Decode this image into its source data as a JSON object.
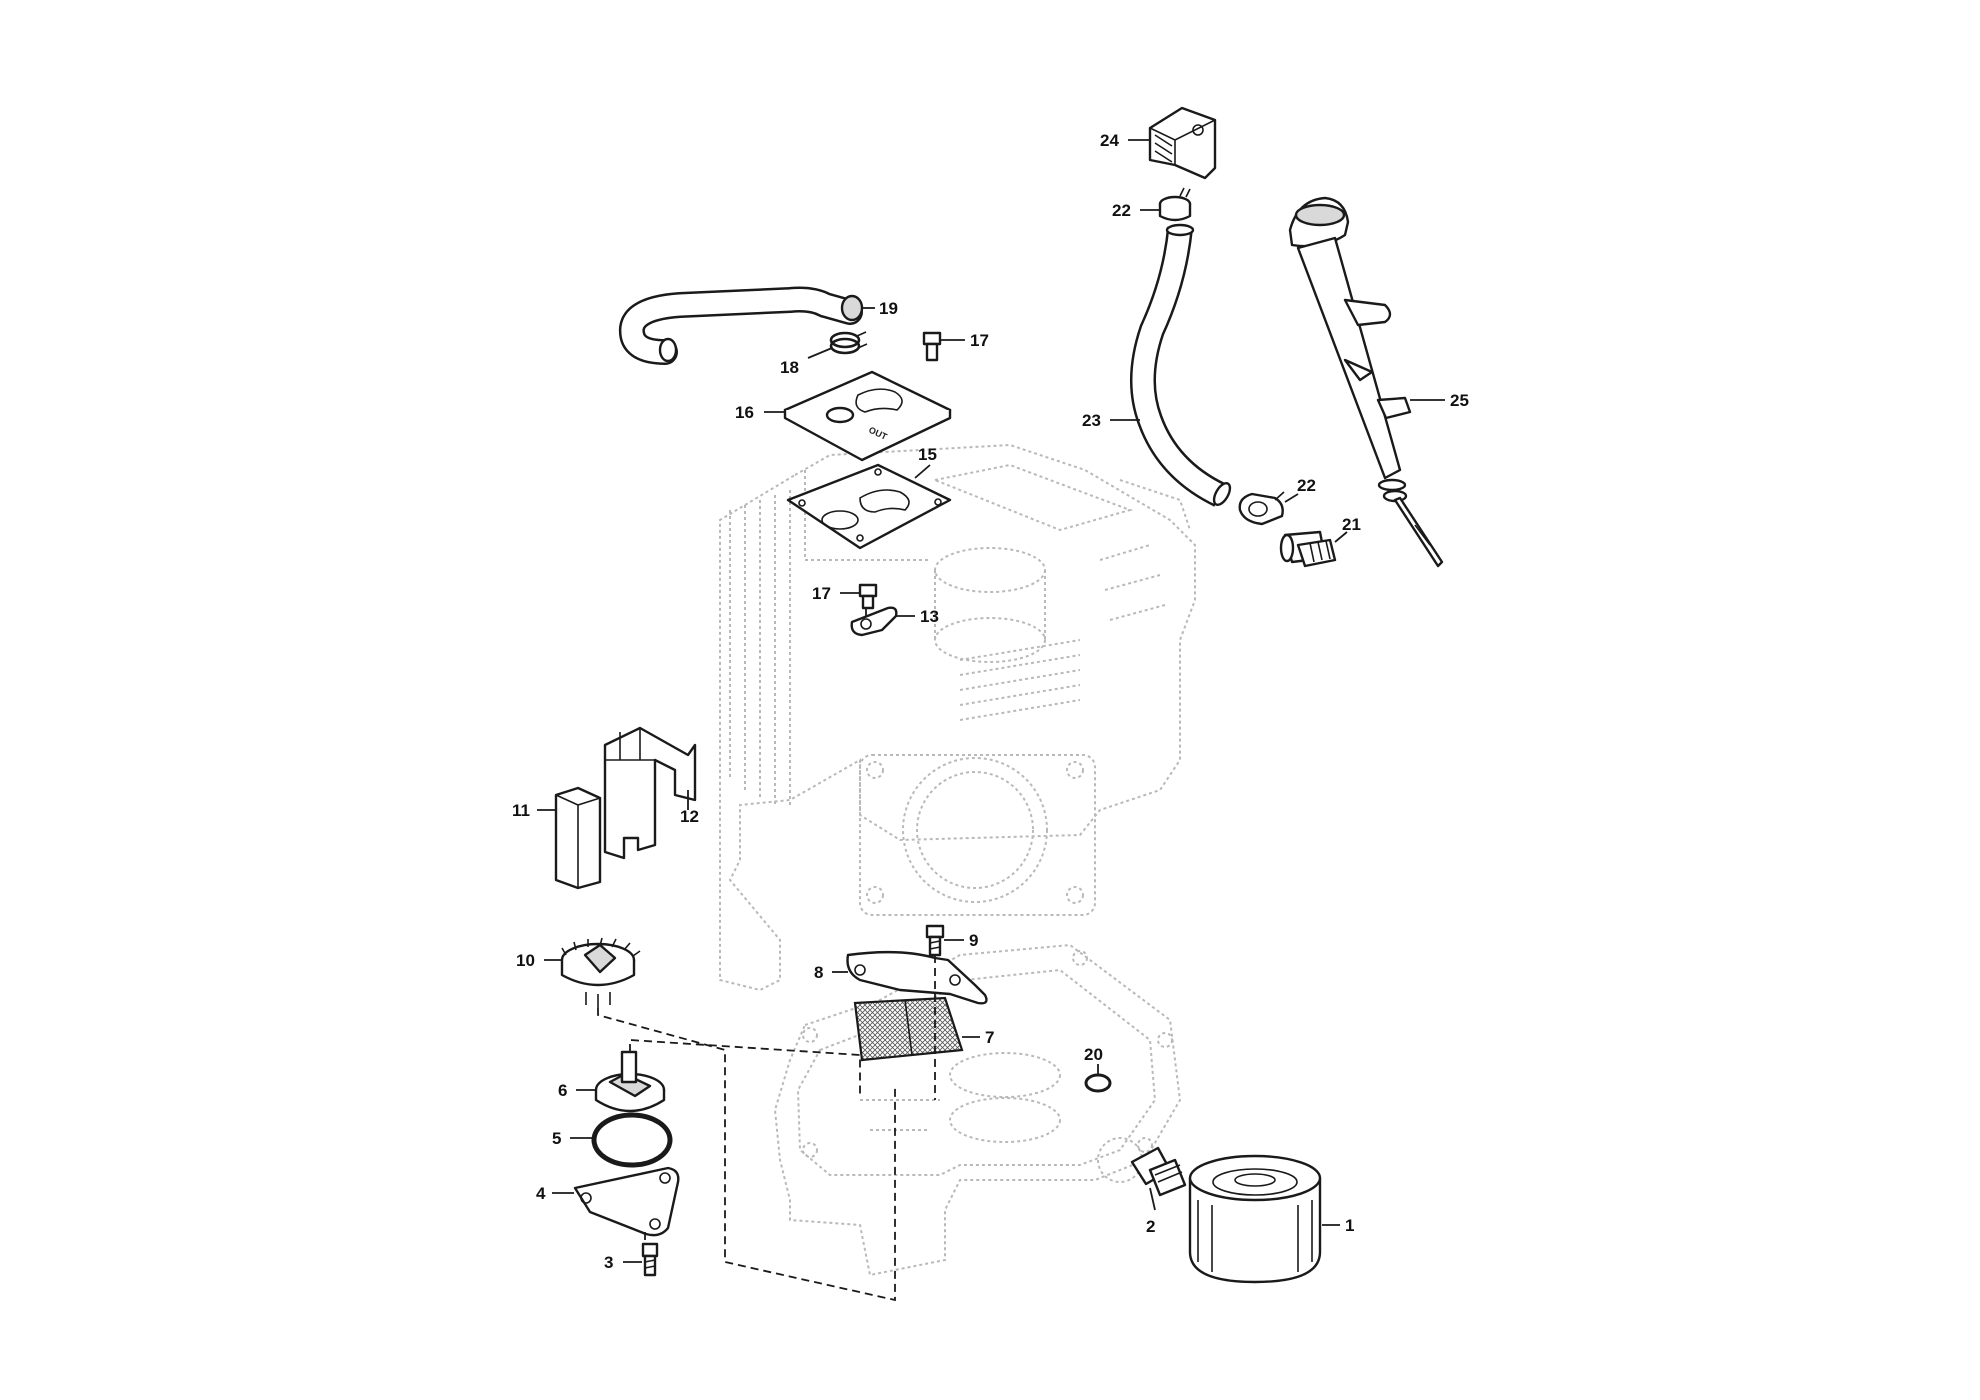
{
  "diagram": {
    "callouts": {
      "c1": "1",
      "c2": "2",
      "c3": "3",
      "c4": "4",
      "c5": "5",
      "c6": "6",
      "c7": "7",
      "c8": "8",
      "c9": "9",
      "c10": "10",
      "c11": "11",
      "c12": "12",
      "c13": "13",
      "c15": "15",
      "c16": "16",
      "c17a": "17",
      "c17b": "17",
      "c18": "18",
      "c19": "19",
      "c20": "20",
      "c21": "21",
      "c22a": "22",
      "c22b": "22",
      "c23": "23",
      "c24": "24",
      "c25": "25"
    },
    "cover_marking": "OUT",
    "colors": {
      "line": "#1a1a1a",
      "ghost": "#b9b9b9",
      "fill": "#d9d9d9",
      "background": "#ffffff"
    }
  }
}
